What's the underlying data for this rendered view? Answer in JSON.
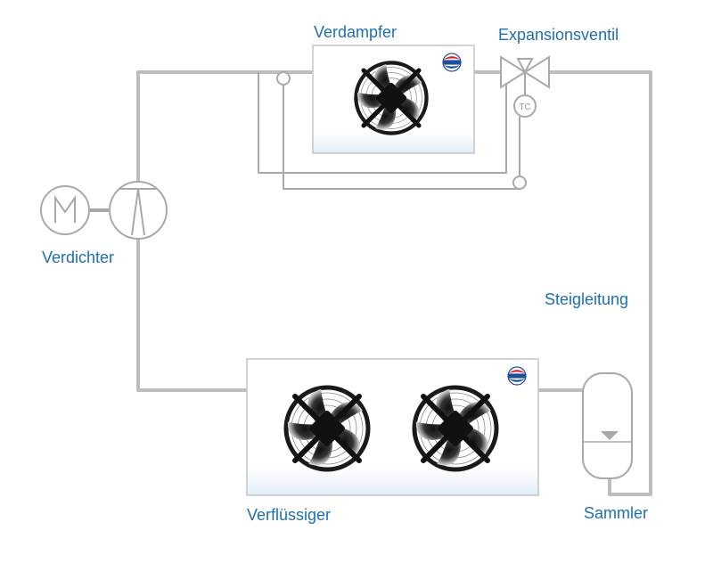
{
  "labels": {
    "evaporator": "Verdampfer",
    "expansion_valve": "Expansionsventil",
    "compressor": "Verdichter",
    "riser": "Steigleitung",
    "condenser": "Verflüssiger",
    "receiver": "Sammler",
    "thermostat": "TC"
  },
  "brand": "GÜNTNER",
  "colors": {
    "label": "#1f6fae",
    "pipe": "#bdbdbd",
    "fan": "#1a1a1a",
    "brand_red": "#d8242b",
    "brand_blue": "#1f4f9a"
  },
  "icons": [
    "fan-icon",
    "motor-icon",
    "compressor-icon",
    "valve-icon",
    "brand-logo"
  ]
}
